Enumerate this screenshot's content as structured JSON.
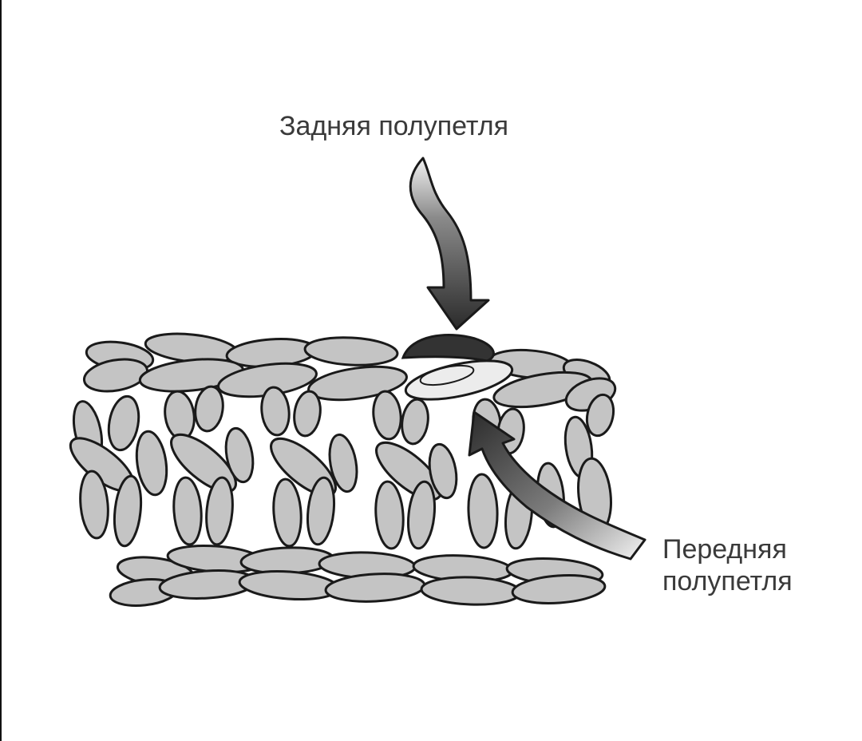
{
  "labels": {
    "back_half_loop": "Задняя полупетля",
    "front_half_loop_line1": "Передняя",
    "front_half_loop_line2": "полупетля"
  },
  "colors": {
    "background": "#ffffff",
    "yarn_fill": "#c4c4c4",
    "yarn_stroke": "#1a1a1a",
    "back_loop_highlight": "#333333",
    "front_loop_highlight": "#ececec",
    "arrow_dark": "#2f2f2f",
    "label_text": "#3a3a3a"
  },
  "icons": {
    "top_arrow": "curved-arrow-down-icon",
    "bottom_arrow": "curved-arrow-up-left-icon"
  }
}
